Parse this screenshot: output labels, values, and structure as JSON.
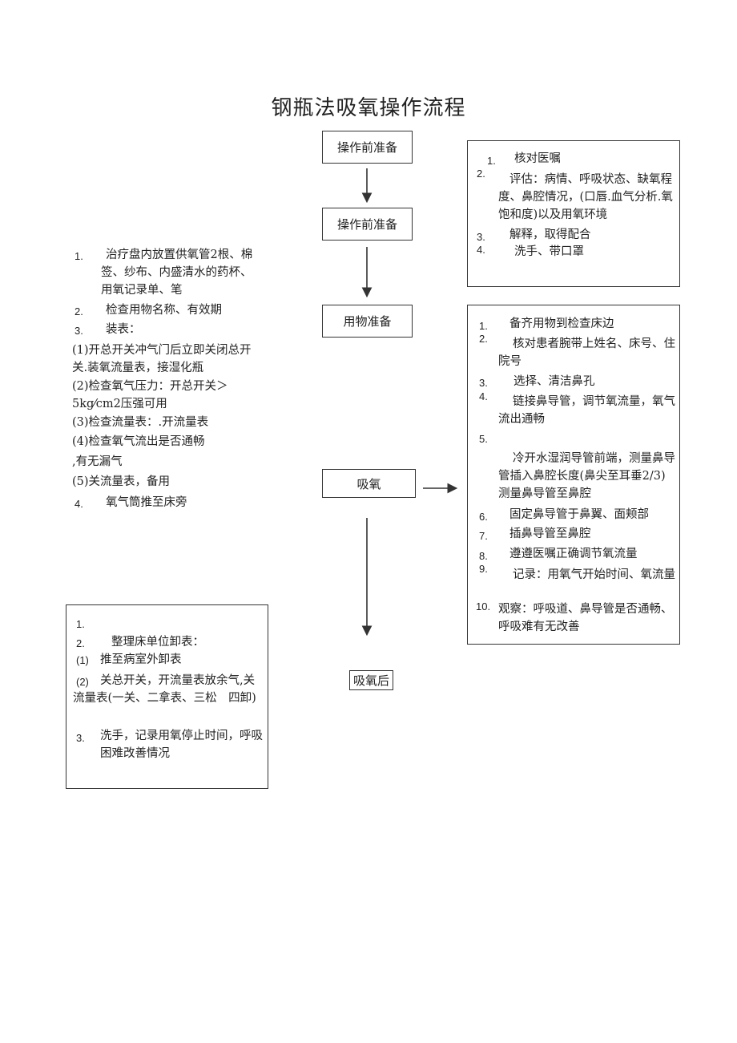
{
  "title": "钢瓶法吸氧操作流程",
  "flow": {
    "step1": "操作前准备",
    "step2": "操作前准备",
    "step3": "用物准备",
    "step4": "吸氧",
    "step5": "吸氧后"
  },
  "right_top": {
    "items": [
      {
        "num": "1.",
        "text": "核对医嘱"
      },
      {
        "num": "2.",
        "text": "评估：病情、呼吸状态、缺氧程度、鼻腔情况，(口唇.血气分析.氧饱和度)以及用氧环境"
      },
      {
        "num": "3.",
        "text": "解释，取得配合"
      },
      {
        "num": "4.",
        "text": "洗手、带口罩"
      }
    ]
  },
  "left_middle": {
    "items": [
      {
        "num": "1.",
        "text": "治疗盘内放置供氧管2根、棉签、纱布、内盛清水的药杯、用氧记录单、笔"
      },
      {
        "num": "2.",
        "text": "检查用物名称、有效期"
      },
      {
        "num": "3.",
        "text": "装表："
      },
      {
        "num": "",
        "text": "(1)开总开关冲气门后立即关闭总开关.装氧流量表，接湿化瓶"
      },
      {
        "num": "",
        "text": "(2)检查氧气压力：开总开关＞5kg⁄cm2压强可用"
      },
      {
        "num": "",
        "text": "(3)检查流量表：.开流量表"
      },
      {
        "num": "",
        "text": "(4)检查氧气流出是否通畅"
      },
      {
        "num": "",
        "text": ",有无漏气"
      },
      {
        "num": "",
        "text": "(5)关流量表，备用"
      },
      {
        "num": "4.",
        "text": "氧气筒推至床旁"
      }
    ]
  },
  "right_bottom": {
    "items": [
      {
        "num": "1.",
        "text": "备齐用物到检查床边"
      },
      {
        "num": "2.",
        "text": "核对患者腕带上姓名、床号、住院号"
      },
      {
        "num": "3.",
        "text": "选择、清洁鼻孔"
      },
      {
        "num": "4.",
        "text": "链接鼻导管，调节氧流量，氧气流出通畅"
      },
      {
        "num": "5.",
        "text": "冷开水湿润导管前端，测量鼻导管插入鼻腔长度(鼻尖至耳垂2/3)测量鼻导管至鼻腔"
      },
      {
        "num": "6.",
        "text": "固定鼻导管于鼻翼、面颊部"
      },
      {
        "num": "7.",
        "text": "插鼻导管至鼻腔"
      },
      {
        "num": "8.",
        "text": "遵遵医嘱正确调节氧流量"
      },
      {
        "num": "9.",
        "text": "记录：用氧气开始时间、氧流量"
      },
      {
        "num": "10.",
        "text": "观察：呼吸道、鼻导管是否通畅、呼吸难有无改善"
      }
    ]
  },
  "left_bottom": {
    "items": [
      {
        "num": "1.",
        "text": ""
      },
      {
        "num": "2.",
        "text": "整理床单位卸表："
      },
      {
        "num": "(1)",
        "text": "推至病室外卸表"
      },
      {
        "num": "(2)",
        "text": "关总开关，开流量表放余气,关流量表(一关、二拿表、三松　四卸)"
      },
      {
        "num": "3.",
        "text": "洗手，记录用氧停止时间，呼吸困难改善情况"
      }
    ]
  }
}
